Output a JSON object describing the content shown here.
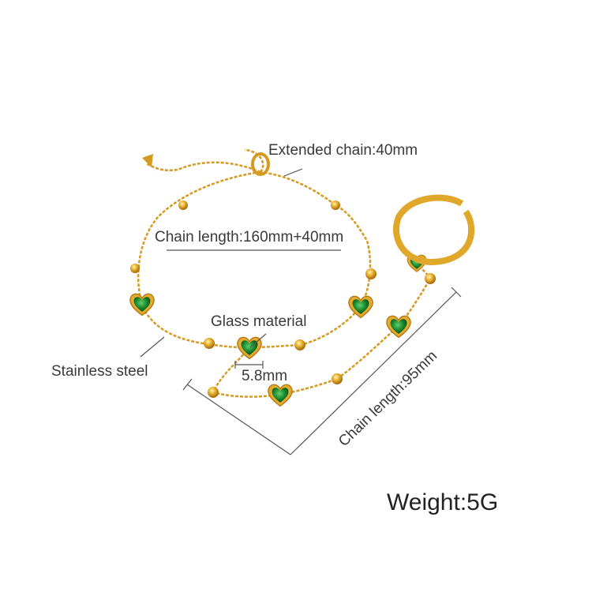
{
  "labels": {
    "extended_chain": "Extended chain:40mm",
    "chain_length_bracelet": "Chain length:160mm+40mm",
    "glass_material": "Glass material",
    "stainless_steel": "Stainless steel",
    "heart_width": "5.8mm",
    "chain_length_ring": "Chain length:95mm",
    "weight": "Weight:5G"
  },
  "colors": {
    "gold": "#e0a82a",
    "gold_dark": "#b9801a",
    "emerald": "#1a8a2e",
    "line": "#555555"
  }
}
